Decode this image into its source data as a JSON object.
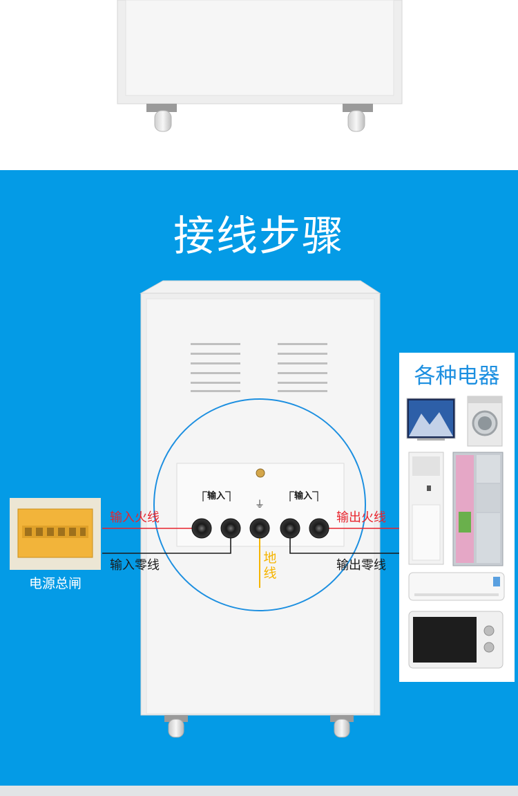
{
  "heading": {
    "title": "接线步骤"
  },
  "cabinet": {
    "terminal_labels": {
      "input_left": "输入",
      "input_right": "输入",
      "ground_symbol": "⏚"
    }
  },
  "wiring": {
    "input_live": "输入火线",
    "input_neutral": "输入零线",
    "output_live": "输出火线",
    "output_neutral": "输出零线",
    "ground": "地线"
  },
  "breaker": {
    "label": "电源总闸"
  },
  "appliances": {
    "title": "各种电器",
    "items": [
      "tv",
      "washing-machine",
      "air-conditioner-tower",
      "refrigerator",
      "split-air-conditioner",
      "microwave"
    ]
  },
  "colors": {
    "background_blue": "#049be6",
    "live_wire": "#e8232c",
    "neutral_wire": "#1a1a1a",
    "ground_wire": "#f5b400",
    "circle": "#1c8fe0"
  }
}
